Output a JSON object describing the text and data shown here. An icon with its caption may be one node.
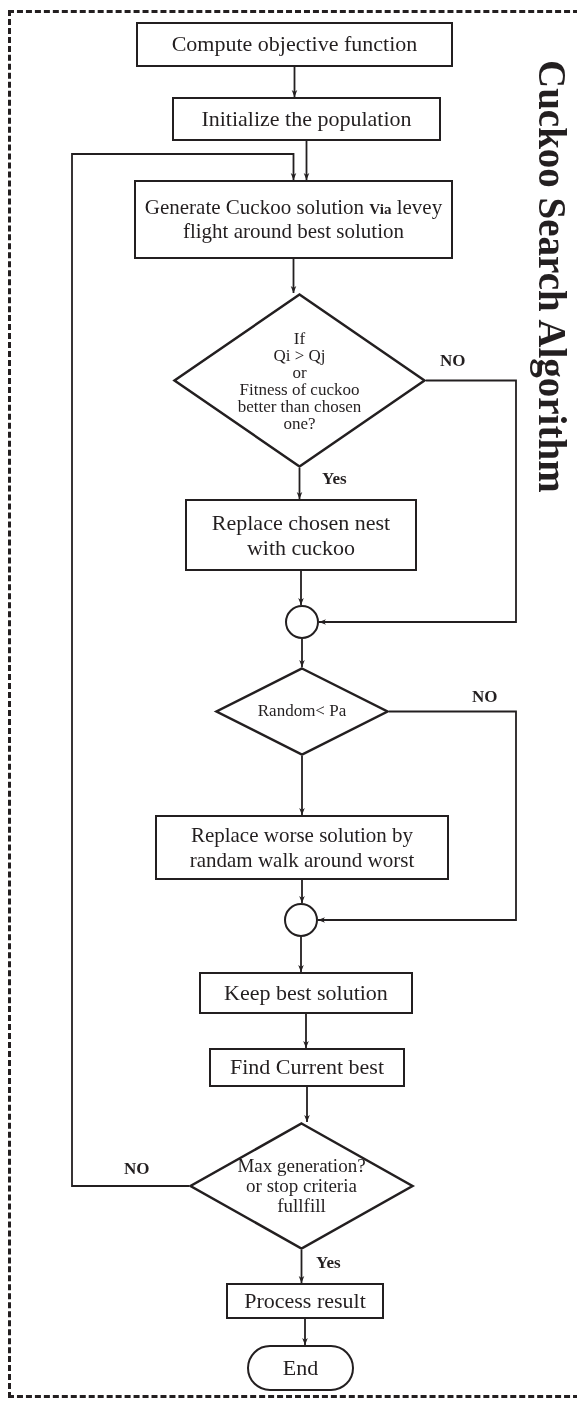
{
  "diagram": {
    "title": "Cuckoo Search Algorithm",
    "nodes": [
      {
        "text": [
          "Compute objective function"
        ]
      },
      {
        "text": [
          "Initialize the population"
        ]
      },
      {
        "text": [
          "Generate Cuckoo solution **Via** levey flight around best solution"
        ]
      },
      {
        "text": [
          "If",
          "Qi > Qj",
          "or",
          "Fitness of cuckoo better than chosen one?"
        ]
      },
      {
        "text": [
          "Replace chosen nest with cuckoo"
        ]
      },
      {
        "text": [],
        "shape": "circle"
      },
      {
        "text": [
          "Random< Pa"
        ]
      },
      {
        "text": [
          "Replace worse solution by randam walk around worst"
        ]
      },
      {
        "text": [],
        "shape": "circle"
      },
      {
        "text": [
          "Keep best solution"
        ]
      },
      {
        "text": [
          "Find Current best"
        ]
      },
      {
        "text": [
          "Max generation? or stop criteria fullfill"
        ]
      },
      {
        "text": [
          "Process result"
        ]
      },
      {
        "text": [
          "End"
        ]
      }
    ],
    "edges": [
      {
        "from": 0,
        "to": 1,
        "arrow": "to"
      },
      {
        "from": 1,
        "to": 2,
        "arrow": "to"
      },
      {
        "from": 2,
        "to": 3,
        "arrow": "to"
      },
      {
        "from": 3,
        "to": 4,
        "arrow": "to",
        "label": "Yes"
      },
      {
        "from": 3,
        "to": 5,
        "arrow": "to",
        "label": "NO"
      },
      {
        "from": 4,
        "to": 5,
        "arrow": "to"
      },
      {
        "from": 5,
        "to": 6,
        "arrow": "to"
      },
      {
        "from": 6,
        "to": 7,
        "arrow": "to"
      },
      {
        "from": 6,
        "to": 8,
        "arrow": "to",
        "label": "NO"
      },
      {
        "from": 7,
        "to": 8,
        "arrow": "to"
      },
      {
        "from": 8,
        "to": 9,
        "arrow": "to"
      },
      {
        "from": 9,
        "to": 10,
        "arrow": "to"
      },
      {
        "from": 10,
        "to": 11,
        "arrow": "to"
      },
      {
        "from": 11,
        "to": 2,
        "arrow": "to",
        "label": "NO"
      },
      {
        "from": 11,
        "to": 12,
        "arrow": "to",
        "label": "Yes"
      },
      {
        "from": 12,
        "to": 13,
        "arrow": "to"
      }
    ]
  }
}
